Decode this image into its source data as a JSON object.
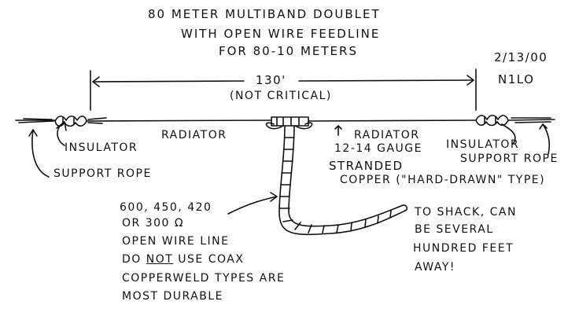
{
  "title": {
    "line1": "80 METER MULTIBAND DOUBLET",
    "line2": "WITH OPEN WIRE FEEDLINE",
    "line3": "FOR 80-10 METERS"
  },
  "date": "2/13/00",
  "callsign": "N1LO",
  "span": {
    "length": "130'",
    "note": "(NOT CRITICAL)"
  },
  "labels": {
    "radiator_left": "RADIATOR",
    "radiator_right": "RADIATOR",
    "insulator_left": "INSULATOR",
    "insulator_right": "INSULATOR",
    "support_rope_left": "SUPPORT ROPE",
    "support_rope_right": "SUPPORT ROPE",
    "wire_spec": [
      "12-14 GAUGE",
      "STRANDED",
      "COPPER (\"HARD-DRAWN\" TYPE)"
    ],
    "feedline": {
      "impedances": "600, 450, 420",
      "impedance_alt": "OR 300 Ω",
      "type": "OPEN WIRE LINE",
      "warn_do": "DO",
      "warn_not": "NOT",
      "warn_rest": "USE COAX",
      "note1": "COPPERWELD TYPES ARE",
      "note2": "MOST DURABLE"
    },
    "to_shack": [
      "TO SHACK, CAN",
      "BE SEVERAL",
      "HUNDRED FEET",
      "AWAY!"
    ]
  },
  "colors": {
    "ink": "#111111",
    "paper": "#ffffff"
  }
}
